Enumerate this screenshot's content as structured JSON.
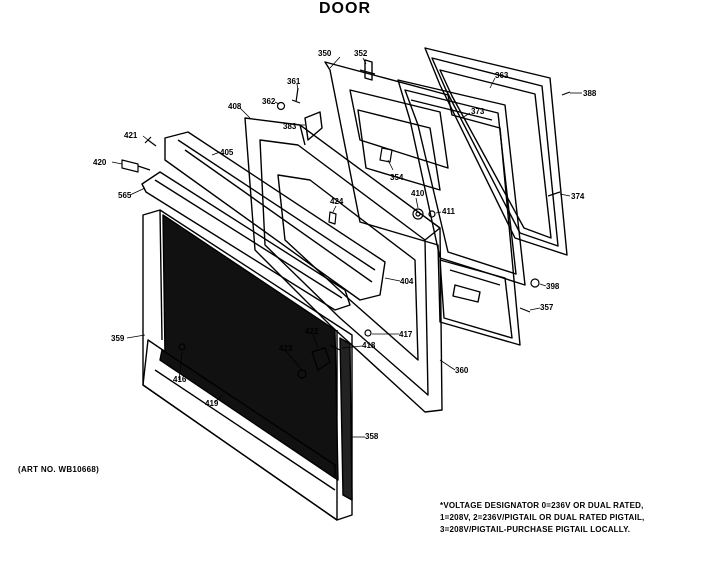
{
  "title": "DOOR",
  "art_number": "(ART NO. WB10668)",
  "notes": [
    "*VOLTAGE DESIGNATOR 0=236V OR DUAL RATED,",
    "1=208V, 2=236V/PIGTAIL OR DUAL RATED PIGTAIL,",
    "3=208V/PIGTAIL-PURCHASE PIGTAIL LOCALLY."
  ],
  "callouts": {
    "p350": "350",
    "p352": "352",
    "p363": "363",
    "p388": "388",
    "p361": "361",
    "p362": "362",
    "p408": "408",
    "p383": "383",
    "p373": "373",
    "p421": "421",
    "p405": "405",
    "p354": "354",
    "p420": "420",
    "p410": "410",
    "p411": "411",
    "p374": "374",
    "p565": "565",
    "p424": "424",
    "p404": "404",
    "p398": "398",
    "p357": "357",
    "p359": "359",
    "p422": "422",
    "p417": "417",
    "p423": "423",
    "p418": "418",
    "p360": "360",
    "p416": "416",
    "p419": "419",
    "p358": "358"
  }
}
